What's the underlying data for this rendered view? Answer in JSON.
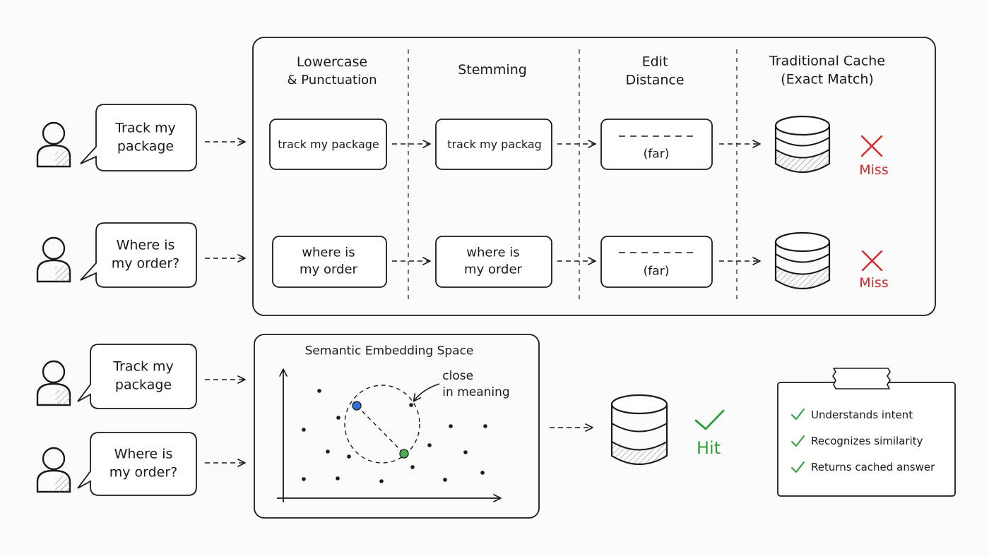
{
  "queries": [
    {
      "line1": "Track my",
      "line2": "package"
    },
    {
      "line1": "Where is",
      "line2": "my order?"
    }
  ],
  "traditional": {
    "stage_headers": [
      {
        "line1": "Lowercase",
        "line2": "& Punctuation"
      },
      {
        "line1": "Stemming",
        "line2": ""
      },
      {
        "line1": "Edit",
        "line2": "Distance"
      },
      {
        "line1": "Traditional Cache",
        "line2": "(Exact Match)"
      }
    ],
    "row1": {
      "lowercase": "track my package",
      "stemmed": "track my packag",
      "distance": "(far)",
      "result": "Miss"
    },
    "row2": {
      "lowercase_line1": "where is",
      "lowercase_line2": "my order",
      "stemmed_line1": "where is",
      "stemmed_line2": "my order",
      "distance": "(far)",
      "result": "Miss"
    }
  },
  "semantic": {
    "title": "Semantic Embedding Space",
    "annotation_line1": "close",
    "annotation_line2": "in meaning",
    "result": "Hit"
  },
  "benefits": [
    "Understands intent",
    "Recognizes similarity",
    "Returns cached answer"
  ],
  "colors": {
    "ink": "#1a1a1a",
    "miss": "#d62828",
    "hit": "#2e9e3a",
    "blue_point": "#2f6fd6",
    "green_point": "#4cae4c"
  }
}
